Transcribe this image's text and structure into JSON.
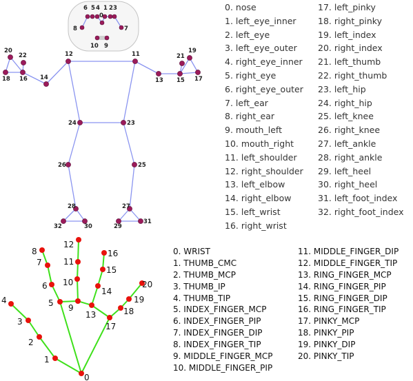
{
  "pose": {
    "landmarks": [
      "0. nose",
      "1. left_eye_inner",
      "2. left_eye",
      "3. left_eye_outer",
      "4. right_eye_inner",
      "5. right_eye",
      "6. right_eye_outer",
      "7. left_ear",
      "8. right_ear",
      "9. mouth_left",
      "10. mouth_right",
      "11. left_shoulder",
      "12. right_shoulder",
      "13. left_elbow",
      "14. right_elbow",
      "15. left_wrist",
      "16. right_wrist",
      "17. left_pinky",
      "18. right_pinky",
      "19. left_index",
      "20. right_index",
      "21. left_thumb",
      "22. right_thumb",
      "23. left_hip",
      "24. right_hip",
      "25. left_knee",
      "26. right_knee",
      "27. left_ankle",
      "28. right_ankle",
      "29. left_heel",
      "30. right_heel",
      "31. left_foot_index",
      "32. right_foot_index"
    ],
    "point_labels": [
      "0",
      "1",
      "2",
      "3",
      "4",
      "5",
      "6",
      "7",
      "8",
      "9",
      "10",
      "11",
      "12",
      "13",
      "14",
      "15",
      "16",
      "17",
      "18",
      "19",
      "20",
      "21",
      "22",
      "23",
      "24",
      "25",
      "26",
      "27",
      "28",
      "29",
      "30",
      "31",
      "32"
    ],
    "colors": {
      "point": "#9b1b5a",
      "line": "#8a94f0"
    }
  },
  "hand": {
    "landmarks": [
      "0. WRIST",
      "1. THUMB_CMC",
      "2. THUMB_MCP",
      "3. THUMB_IP",
      "4. THUMB_TIP",
      "5. INDEX_FINGER_MCP",
      "6. INDEX_FINGER_PIP",
      "7. INDEX_FINGER_DIP",
      "8. INDEX_FINGER_TIP",
      "9. MIDDLE_FINGER_MCP",
      "10. MIDDLE_FINGER_PIP",
      "11. MIDDLE_FINGER_DIP",
      "12. MIDDLE_FINGER_TIP",
      "13. RING_FINGER_MCP",
      "14. RING_FINGER_PIP",
      "15. RING_FINGER_DIP",
      "16. RING_FINGER_TIP",
      "17. PINKY_MCP",
      "18. PINKY_PIP",
      "19. PINKY_DIP",
      "20. PINKY_TIP"
    ],
    "point_labels": [
      "0",
      "1",
      "2",
      "3",
      "4",
      "5",
      "6",
      "7",
      "8",
      "9",
      "10",
      "11",
      "12",
      "13",
      "14",
      "15",
      "16",
      "17",
      "18",
      "19",
      "20"
    ],
    "colors": {
      "point": "#e8120c",
      "line": "#3ee01a"
    }
  }
}
